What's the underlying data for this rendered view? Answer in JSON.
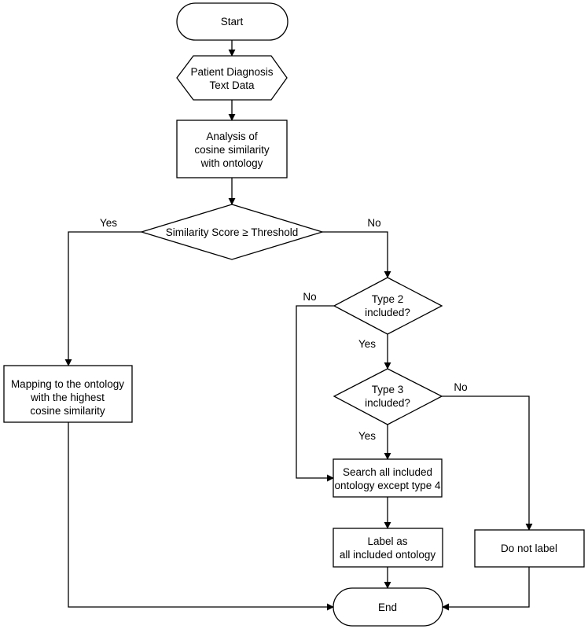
{
  "nodes": {
    "start": {
      "label": "Start"
    },
    "input": {
      "line1": "Patient Diagnosis",
      "line2": "Text Data"
    },
    "analysis": {
      "line1": "Analysis of",
      "line2": "cosine similarity",
      "line3": "with ontology"
    },
    "decision_threshold": {
      "label": "Similarity Score ≥ Threshold"
    },
    "decision_type2": {
      "line1": "Type 2",
      "line2": "included?"
    },
    "decision_type3": {
      "line1": "Type 3",
      "line2": "included?"
    },
    "mapping": {
      "line1": "Mapping to the ontology",
      "line2": "with the highest",
      "line3": "cosine similarity"
    },
    "search": {
      "line1": "Search all included",
      "line2": "ontology except type 4"
    },
    "label_all": {
      "line1": "Label as",
      "line2": "all included ontology"
    },
    "no_label": {
      "label": "Do not label"
    },
    "end": {
      "label": "End"
    }
  },
  "edge_labels": {
    "threshold_yes": "Yes",
    "threshold_no": "No",
    "type2_no": "No",
    "type2_yes": "Yes",
    "type3_no": "No",
    "type3_yes": "Yes"
  }
}
